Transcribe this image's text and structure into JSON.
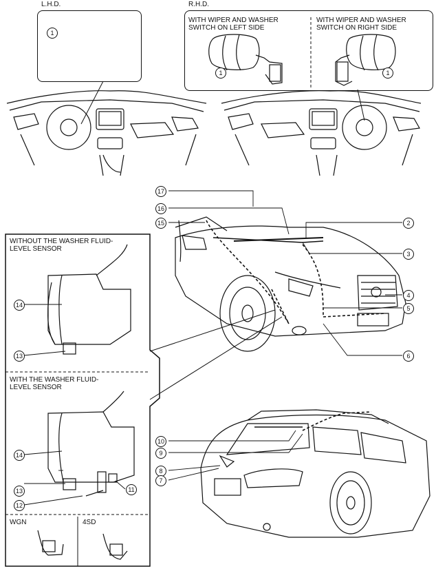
{
  "top": {
    "lhd_title": "L.H.D.",
    "rhd_title": "R.H.D.",
    "rhd_left_heading": "WITH WIPER AND WASHER\nSWITCH ON LEFT SIDE",
    "rhd_right_heading": "WITH WIPER AND WASHER\nSWITCH ON RIGHT SIDE"
  },
  "left_panel": {
    "section1_heading": "WITHOUT THE WASHER FLUID-\nLEVEL SENSOR",
    "section2_heading": "WITH THE WASHER FLUID-\nLEVEL SENSOR",
    "wgn_label": "WGN",
    "sd_label": "4SD"
  },
  "callouts": [
    "1",
    "2",
    "3",
    "4",
    "5",
    "6",
    "7",
    "8",
    "9",
    "10",
    "11",
    "12",
    "13",
    "14",
    "15",
    "16",
    "17"
  ]
}
